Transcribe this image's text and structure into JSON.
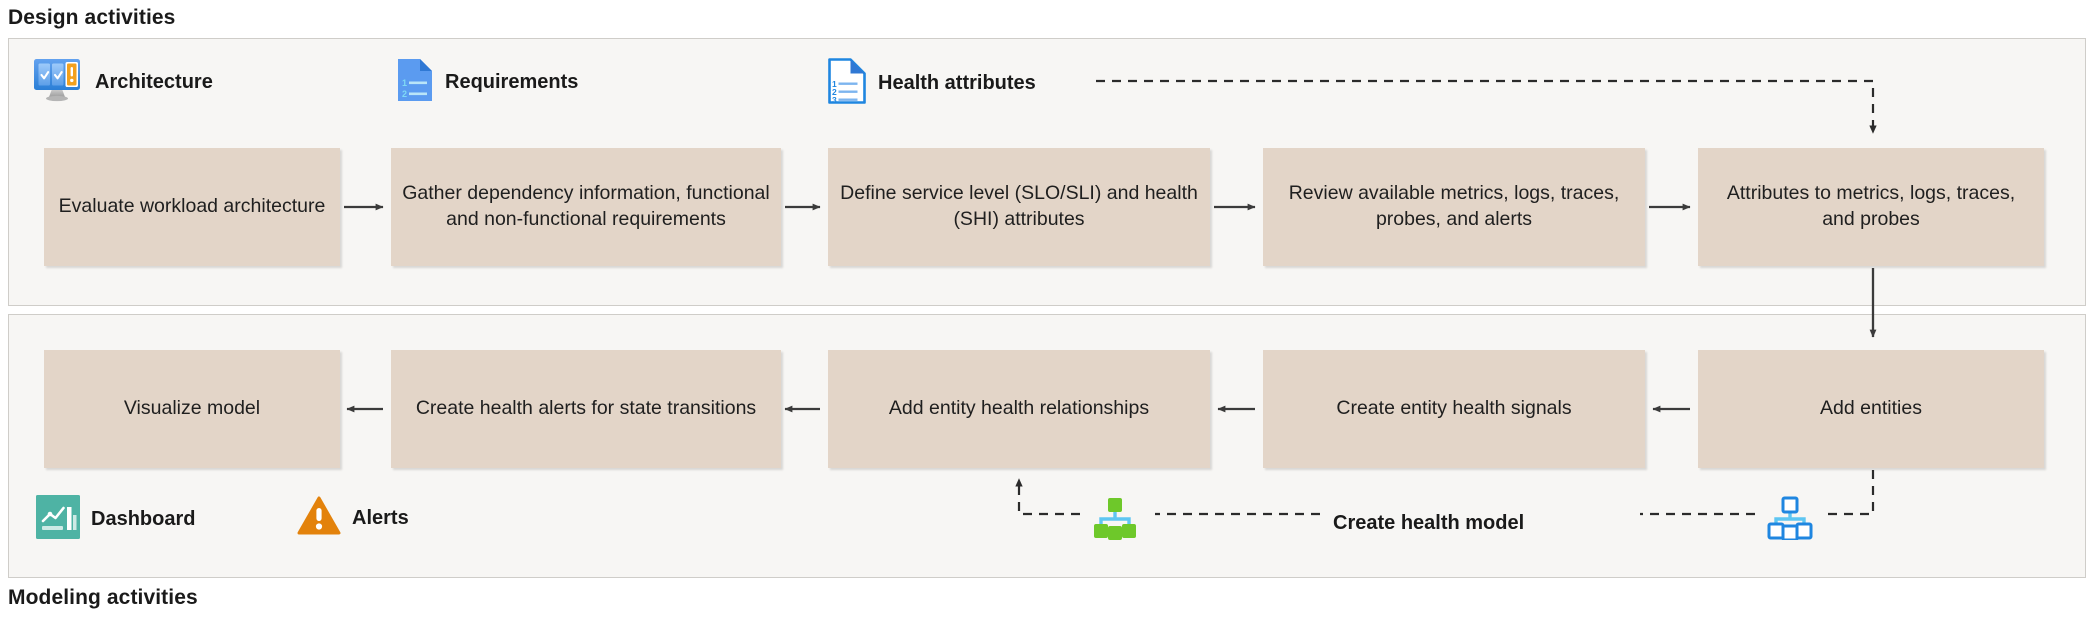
{
  "captions": {
    "top": "Design activities",
    "bottom": "Modeling activities"
  },
  "colors": {
    "node_fill": "#e3d5c8",
    "panel_bg": "#f7f6f4",
    "panel_border": "#cfcdc9",
    "arrow": "#3b3b3b",
    "text": "#1f1f1f",
    "icon_blue": "#4a90e2",
    "icon_orange": "#e8880c",
    "icon_teal": "#4eb3a4",
    "icon_green": "#6ec82a",
    "icon_lightblue": "#2196f3"
  },
  "design_panel": {
    "legends": [
      {
        "id": "architecture",
        "icon": "architecture-monitor-icon",
        "label": "Architecture"
      },
      {
        "id": "requirements",
        "icon": "requirements-document-icon",
        "label": "Requirements"
      },
      {
        "id": "health-attributes",
        "icon": "health-attributes-document-icon",
        "label": "Health attributes"
      }
    ],
    "nodes": [
      {
        "id": "evaluate-workload-architecture",
        "text": "Evaluate workload architecture"
      },
      {
        "id": "gather-dependency-information",
        "text": "Gather dependency information, functional and non-functional requirements"
      },
      {
        "id": "define-service-level",
        "text": "Define service level (SLO/SLI) and health (SHI) attributes"
      },
      {
        "id": "review-available-metrics",
        "text": "Review available metrics, logs, traces, probes, and alerts"
      },
      {
        "id": "attributes-to-metrics",
        "text": "Attributes to metrics, logs, traces, and probes"
      }
    ]
  },
  "modeling_panel": {
    "nodes": [
      {
        "id": "visualize-model",
        "text": "Visualize model"
      },
      {
        "id": "create-health-alerts",
        "text": "Create health alerts for state transitions"
      },
      {
        "id": "add-entity-health-relationships",
        "text": "Add entity health relationships"
      },
      {
        "id": "create-entity-health-signals",
        "text": "Create entity health signals"
      },
      {
        "id": "add-entities",
        "text": "Add entities"
      }
    ],
    "legends": [
      {
        "id": "dashboard",
        "icon": "dashboard-chart-icon",
        "label": "Dashboard"
      },
      {
        "id": "alerts",
        "icon": "alerts-warning-icon",
        "label": "Alerts"
      }
    ],
    "flow_label": "Create health model",
    "flow_icons": [
      {
        "id": "health-model-green",
        "icon": "hierarchy-green-icon"
      },
      {
        "id": "health-model-blue",
        "icon": "hierarchy-blue-icon"
      }
    ]
  }
}
